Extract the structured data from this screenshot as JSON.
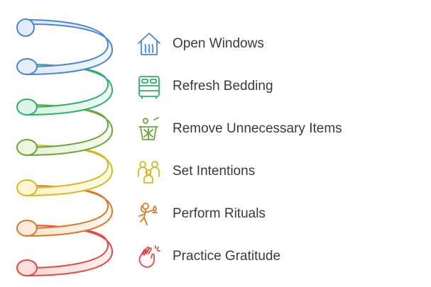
{
  "colors": {
    "open_windows": "#4a86d6",
    "refresh_bedding": "#2fae6c",
    "remove_items": "#6aa83a",
    "set_intentions": "#d8b81f",
    "perform_rituals": "#d77a28",
    "practice_gratitude": "#dd4b44"
  },
  "steps": [
    {
      "label": "Open Windows",
      "icon": "house-heat-icon"
    },
    {
      "label": "Refresh Bedding",
      "icon": "bed-icon"
    },
    {
      "label": "Remove Unnecessary Items",
      "icon": "basket-icon"
    },
    {
      "label": "Set Intentions",
      "icon": "people-group-icon"
    },
    {
      "label": "Perform Rituals",
      "icon": "person-ritual-icon"
    },
    {
      "label": "Practice Gratitude",
      "icon": "clapping-hands-icon"
    }
  ]
}
